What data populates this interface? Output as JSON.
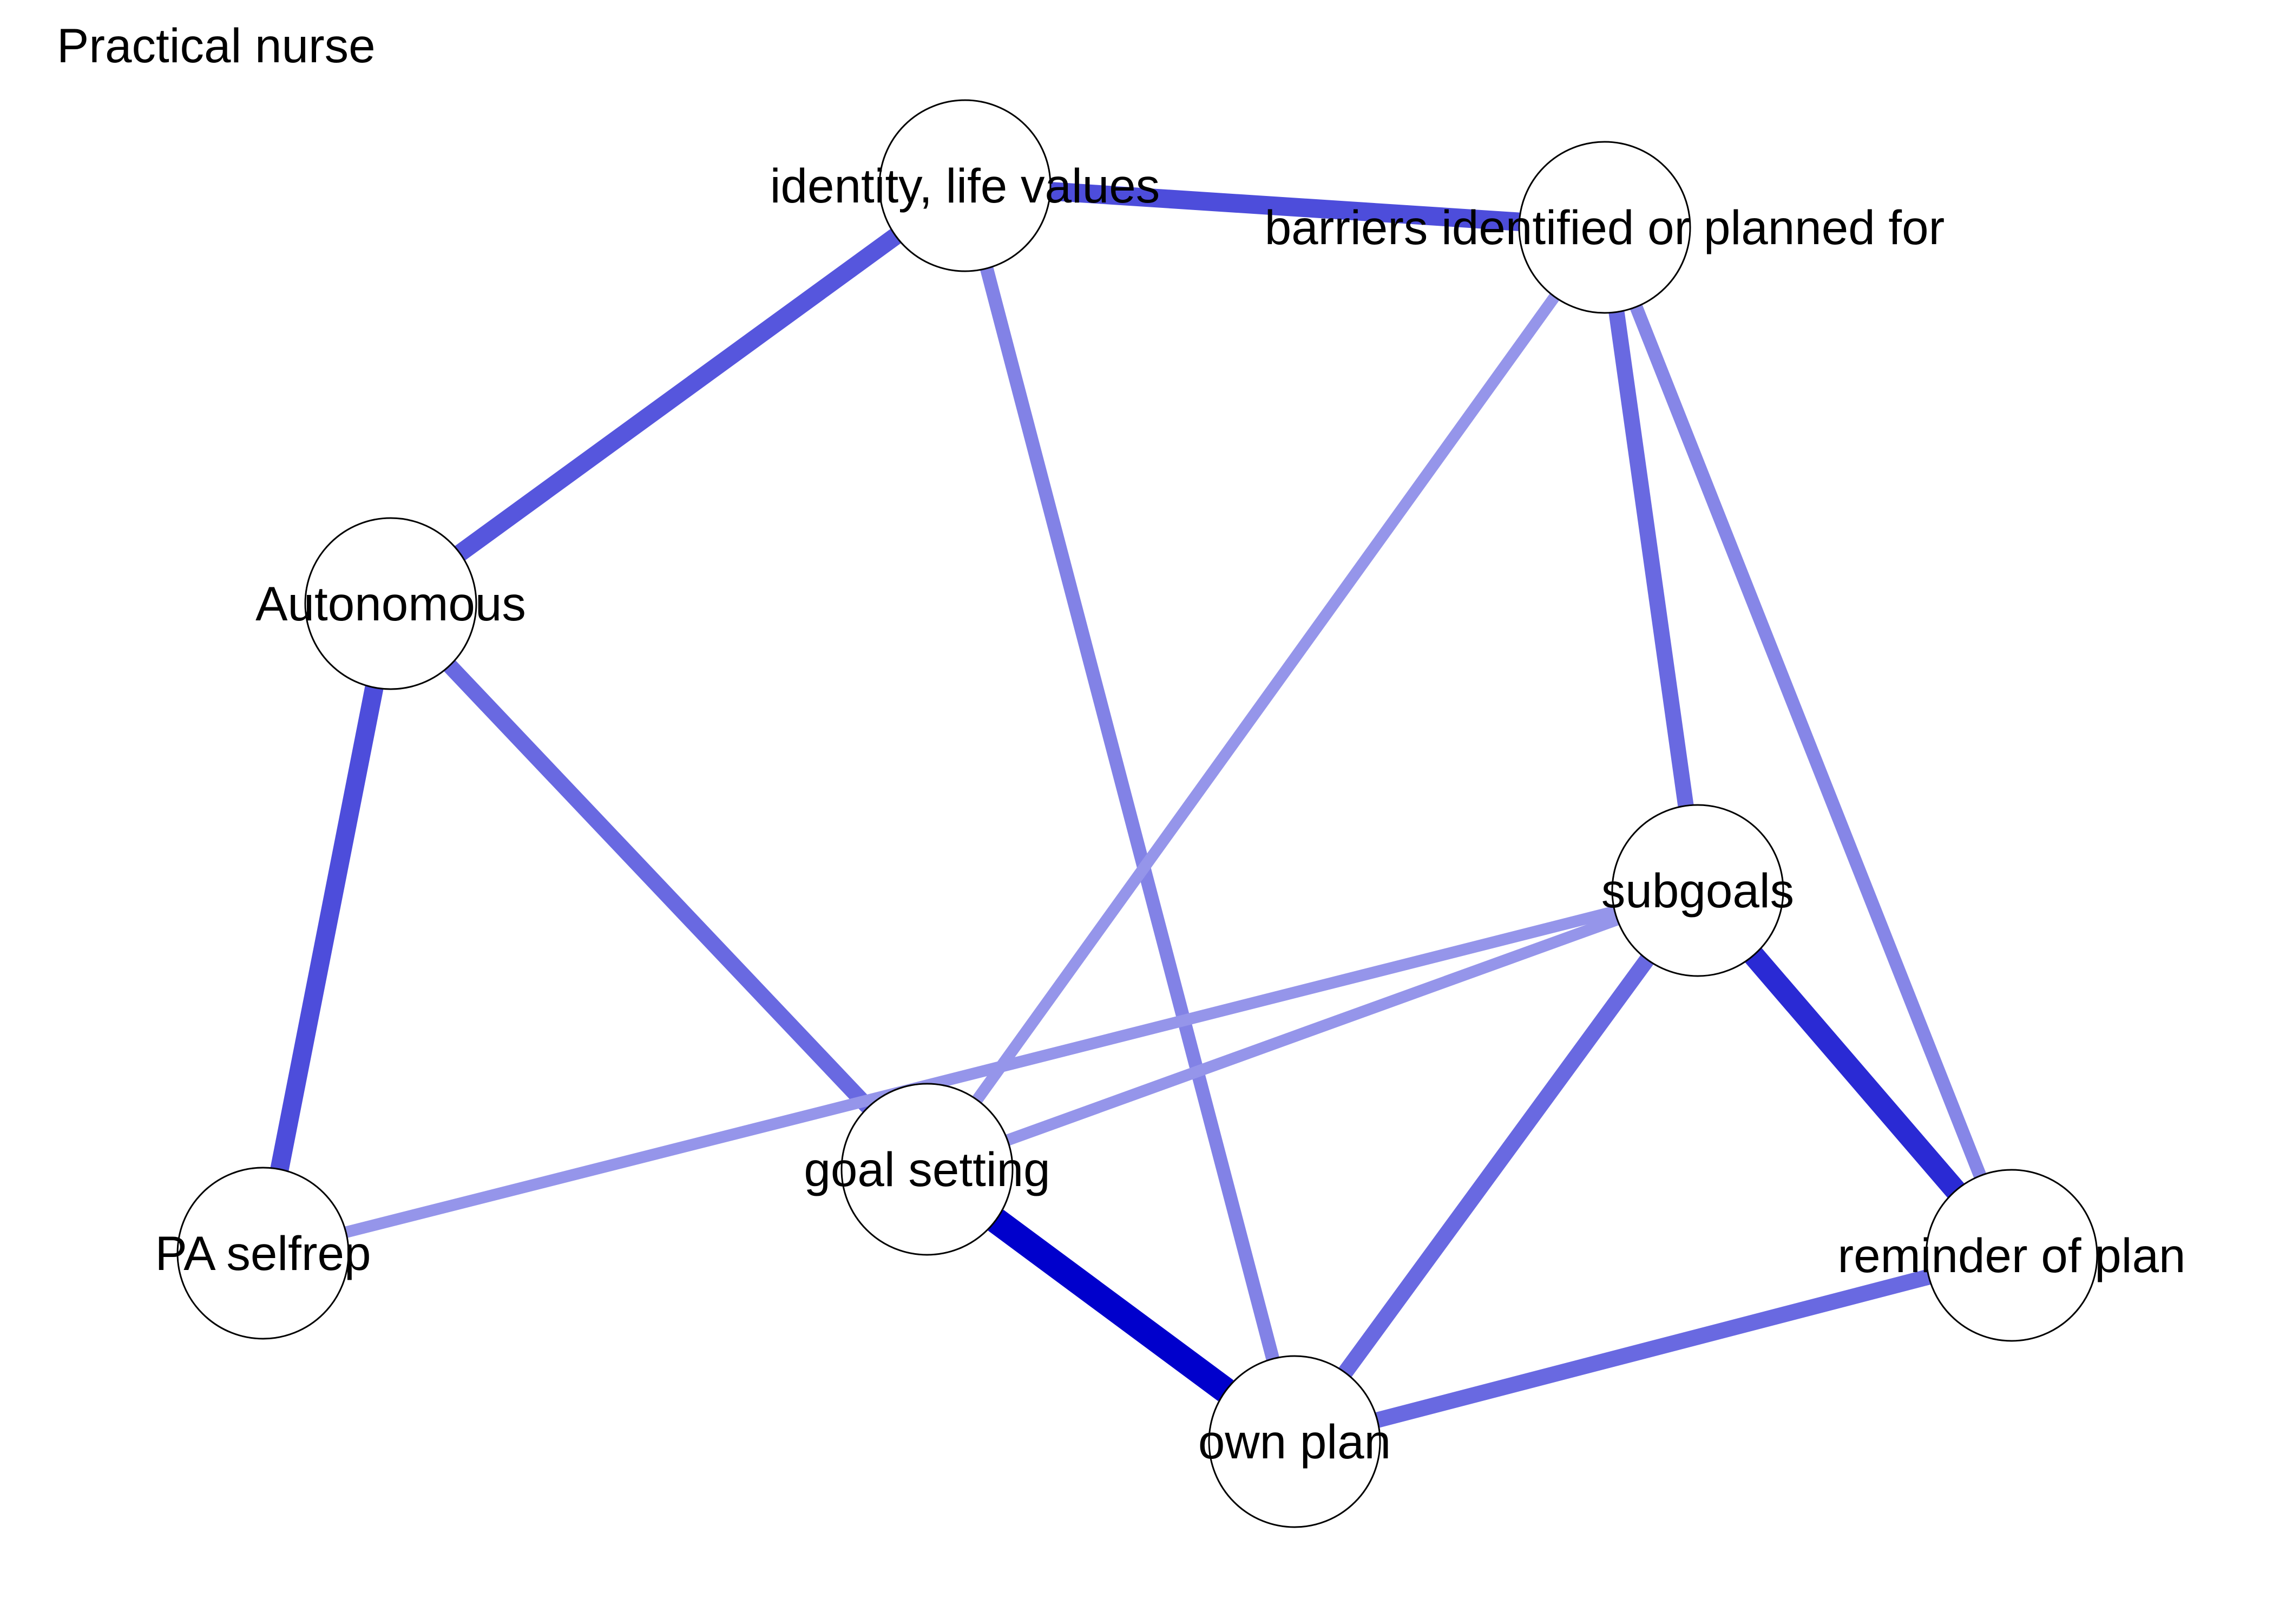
{
  "title": "Practical nurse",
  "nodes": [
    {
      "id": "identity",
      "label": "identity, life values"
    },
    {
      "id": "barriers",
      "label": "barriers identified or planned for"
    },
    {
      "id": "autonomous",
      "label": "Autonomous"
    },
    {
      "id": "subgoals",
      "label": "subgoals"
    },
    {
      "id": "goal_setting",
      "label": "goal setting"
    },
    {
      "id": "pa_selfrep",
      "label": "PA selfrep"
    },
    {
      "id": "reminder",
      "label": "reminder of plan"
    },
    {
      "id": "own_plan",
      "label": "own plan"
    }
  ],
  "edges": [
    {
      "source": "identity",
      "target": "barriers",
      "strength": 0.6
    },
    {
      "source": "identity",
      "target": "autonomous",
      "strength": 0.55
    },
    {
      "source": "identity",
      "target": "own_plan",
      "strength": 0.32
    },
    {
      "source": "barriers",
      "target": "goal_setting",
      "strength": 0.22
    },
    {
      "source": "barriers",
      "target": "subgoals",
      "strength": 0.45
    },
    {
      "source": "barriers",
      "target": "reminder",
      "strength": 0.3
    },
    {
      "source": "autonomous",
      "target": "pa_selfrep",
      "strength": 0.6
    },
    {
      "source": "autonomous",
      "target": "goal_setting",
      "strength": 0.45
    },
    {
      "source": "subgoals",
      "target": "pa_selfrep",
      "strength": 0.22
    },
    {
      "source": "subgoals",
      "target": "goal_setting",
      "strength": 0.22
    },
    {
      "source": "subgoals",
      "target": "own_plan",
      "strength": 0.45
    },
    {
      "source": "subgoals",
      "target": "reminder",
      "strength": 0.78
    },
    {
      "source": "goal_setting",
      "target": "own_plan",
      "strength": 1.0
    },
    {
      "source": "own_plan",
      "target": "reminder",
      "strength": 0.45
    }
  ],
  "colors": {
    "edge_strong": "#0000cc",
    "node_fill": "#ffffff",
    "node_stroke": "#000000"
  }
}
